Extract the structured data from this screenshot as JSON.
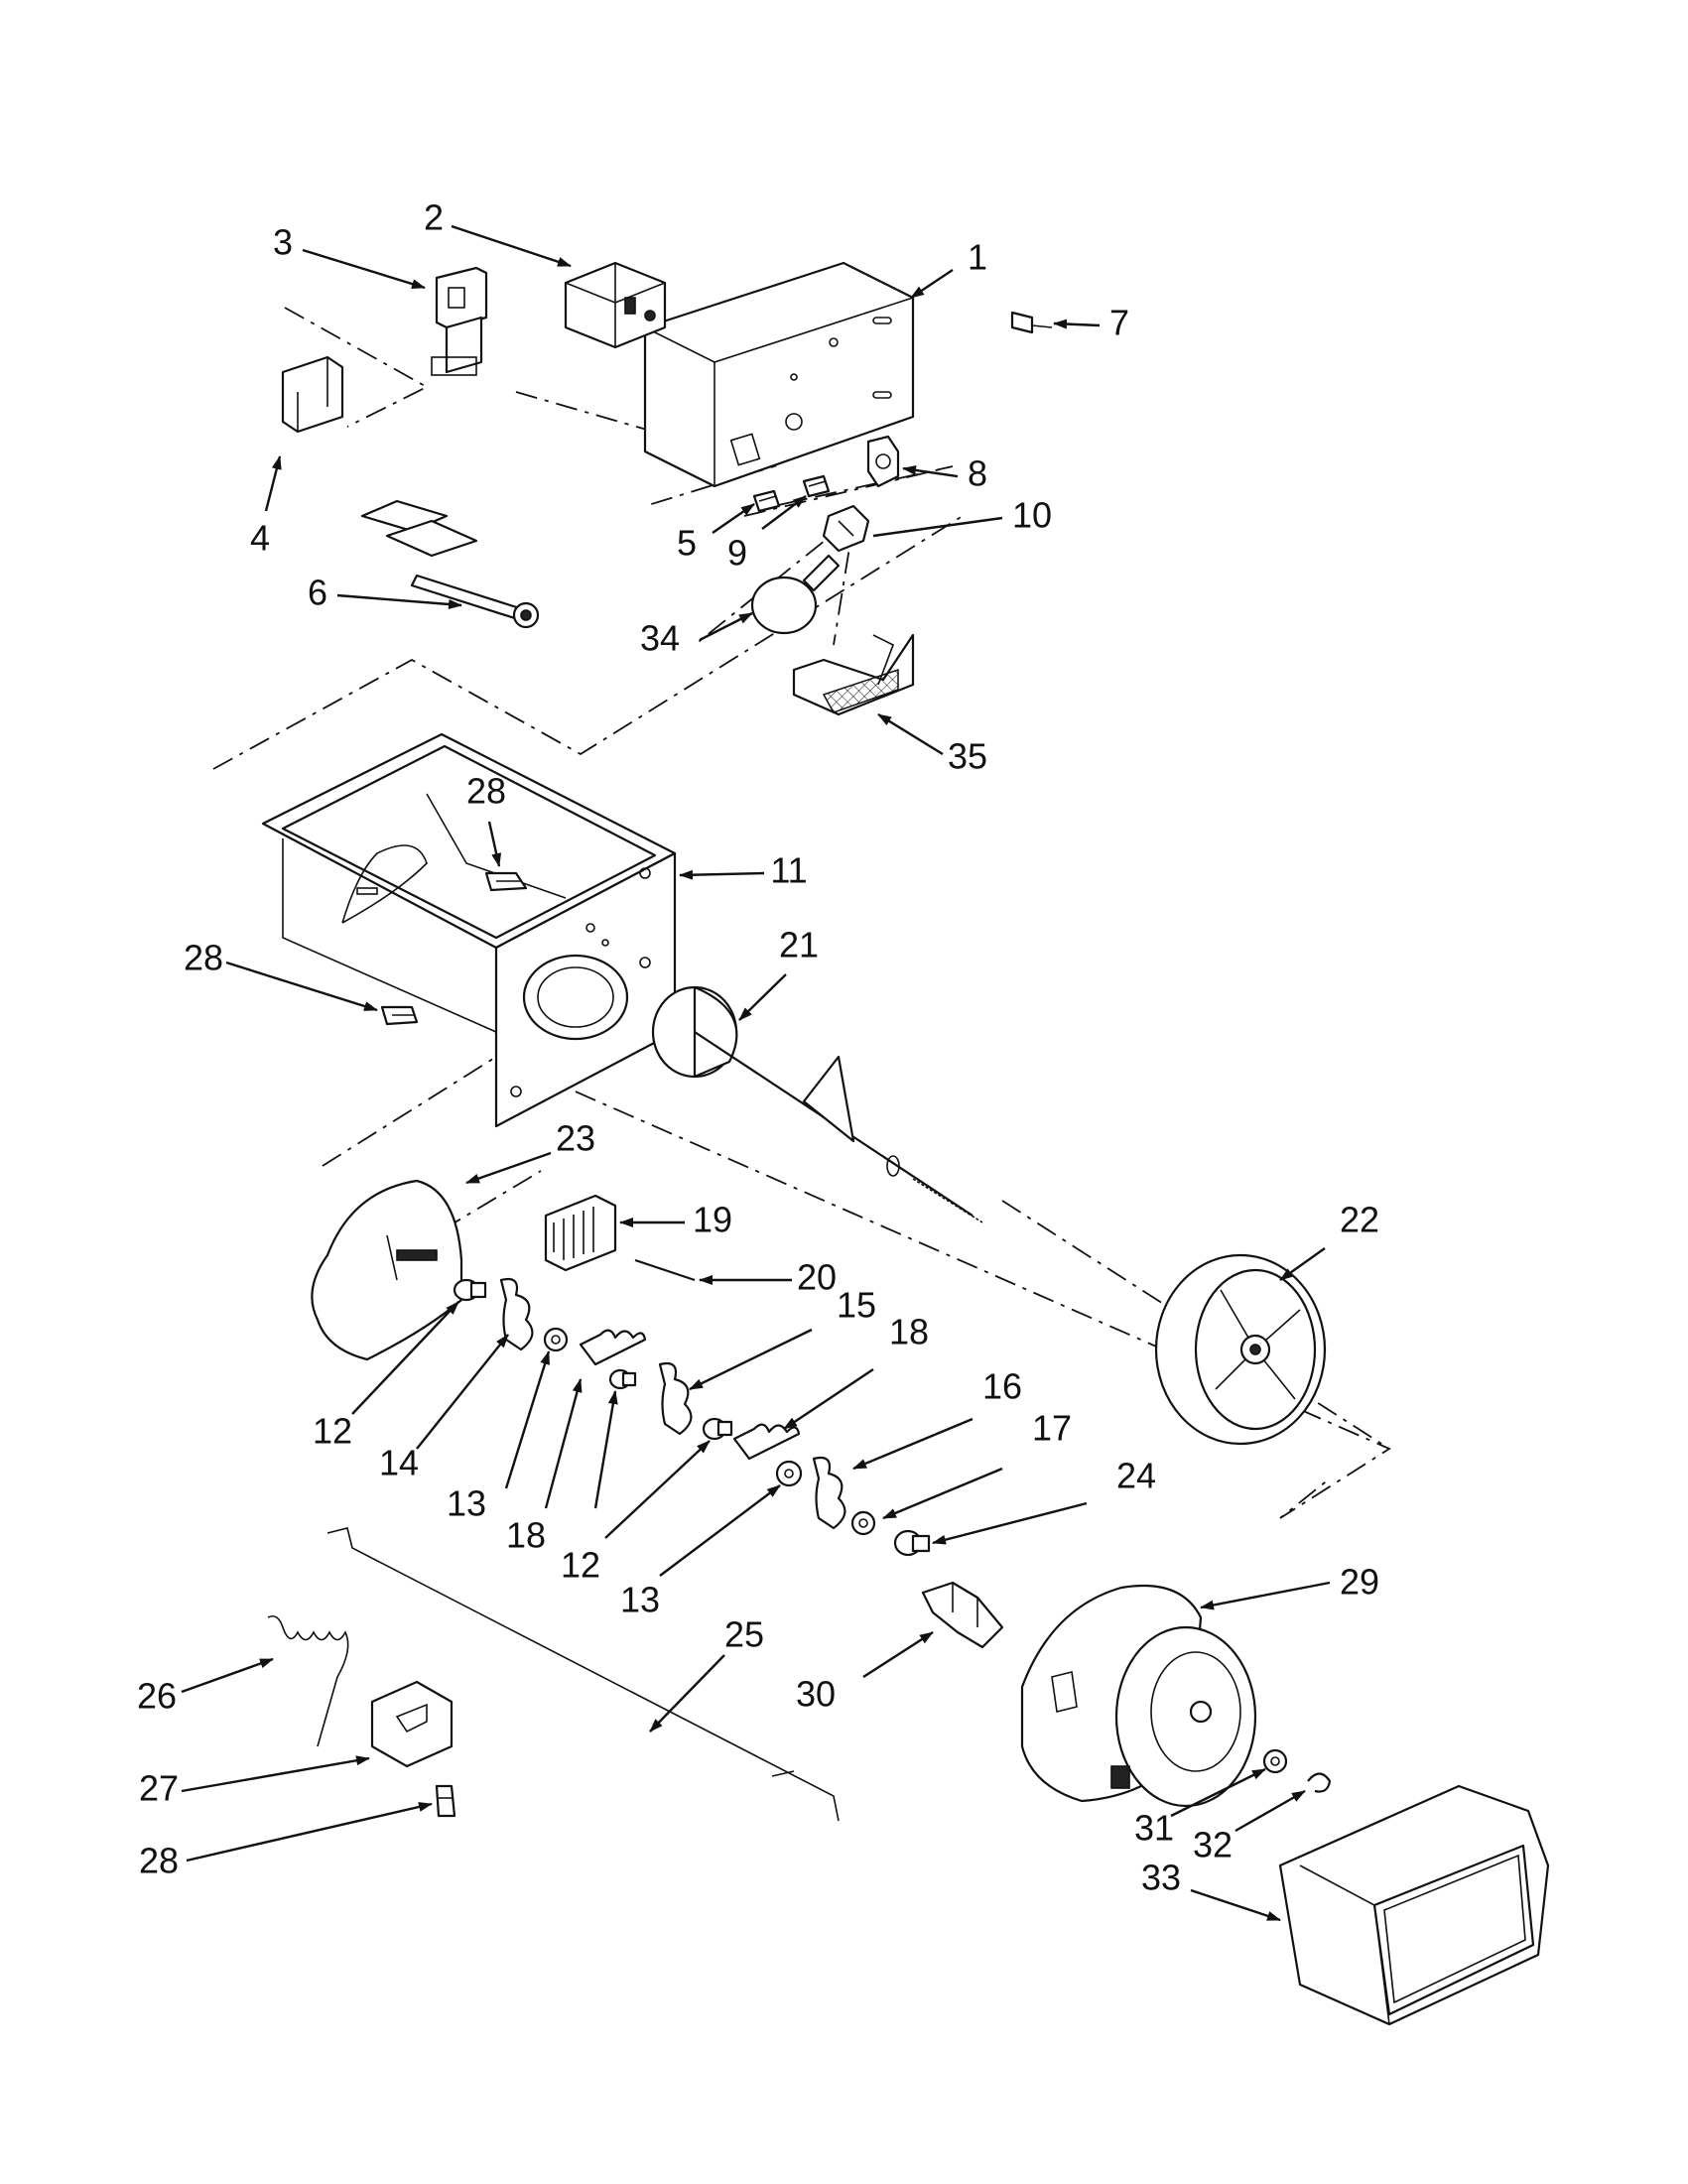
{
  "diagram": {
    "colors": {
      "ink": "#111111",
      "background": "#ffffff"
    },
    "callouts": [
      {
        "id": "c1",
        "label": "1"
      },
      {
        "id": "c2",
        "label": "2"
      },
      {
        "id": "c3",
        "label": "3"
      },
      {
        "id": "c4",
        "label": "4"
      },
      {
        "id": "c5",
        "label": "5"
      },
      {
        "id": "c6",
        "label": "6"
      },
      {
        "id": "c7",
        "label": "7"
      },
      {
        "id": "c8",
        "label": "8"
      },
      {
        "id": "c9",
        "label": "9"
      },
      {
        "id": "c10",
        "label": "10"
      },
      {
        "id": "c34",
        "label": "34"
      },
      {
        "id": "c35",
        "label": "35"
      },
      {
        "id": "c28a",
        "label": "28"
      },
      {
        "id": "c11",
        "label": "11"
      },
      {
        "id": "c28b",
        "label": "28"
      },
      {
        "id": "c21",
        "label": "21"
      },
      {
        "id": "c23",
        "label": "23"
      },
      {
        "id": "c19",
        "label": "19"
      },
      {
        "id": "c20",
        "label": "20"
      },
      {
        "id": "c22",
        "label": "22"
      },
      {
        "id": "c15",
        "label": "15"
      },
      {
        "id": "c18a",
        "label": "18"
      },
      {
        "id": "c16",
        "label": "16"
      },
      {
        "id": "c17",
        "label": "17"
      },
      {
        "id": "c24",
        "label": "24"
      },
      {
        "id": "c12a",
        "label": "12"
      },
      {
        "id": "c14",
        "label": "14"
      },
      {
        "id": "c13a",
        "label": "13"
      },
      {
        "id": "c18b",
        "label": "18"
      },
      {
        "id": "c12b",
        "label": "12"
      },
      {
        "id": "c13b",
        "label": "13"
      },
      {
        "id": "c29",
        "label": "29"
      },
      {
        "id": "c25",
        "label": "25"
      },
      {
        "id": "c26",
        "label": "26"
      },
      {
        "id": "c30",
        "label": "30"
      },
      {
        "id": "c27",
        "label": "27"
      },
      {
        "id": "c28c",
        "label": "28"
      },
      {
        "id": "c31",
        "label": "31"
      },
      {
        "id": "c32",
        "label": "32"
      },
      {
        "id": "c33",
        "label": "33"
      }
    ]
  }
}
